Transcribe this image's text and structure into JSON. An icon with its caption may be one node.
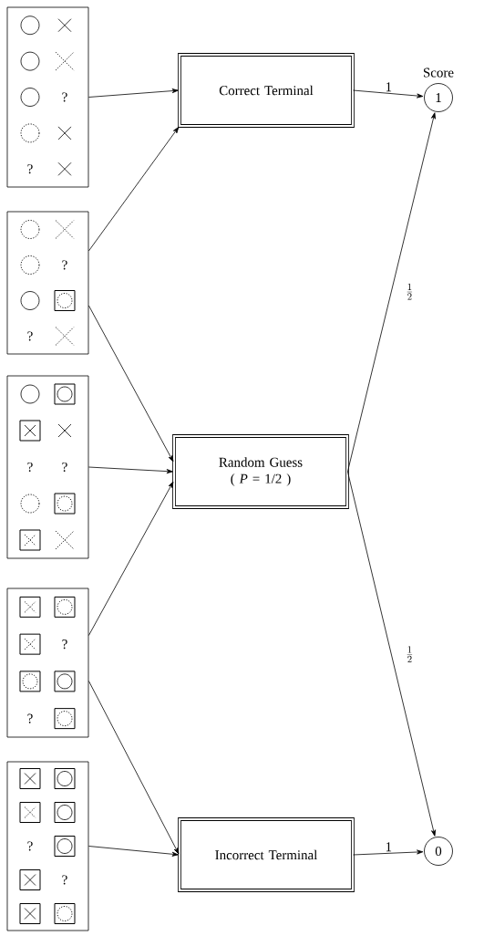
{
  "diagram": {
    "nodes": [
      {
        "text": [
          "?",
          "?"
        ]
      },
      {
        "text": [
          "?",
          "?"
        ]
      },
      {
        "text": [
          "?",
          "?"
        ]
      },
      {
        "text": [
          "?",
          "?"
        ]
      },
      {
        "text": [
          "?",
          "?"
        ]
      },
      {
        "text": [
          "Correct Terminal"
        ]
      },
      {
        "text": [
          "Random Guess",
          "( *P* = 1/2 )"
        ]
      },
      {
        "text": [
          "Incorrect Terminal"
        ]
      },
      {
        "text": [
          "1"
        ],
        "beside": [
          "Score"
        ]
      },
      {
        "text": [
          "0"
        ]
      }
    ],
    "edges": [
      {
        "from": 0,
        "to": 5,
        "arrow": "to"
      },
      {
        "from": 1,
        "to": 5,
        "arrow": "to"
      },
      {
        "from": 1,
        "to": 6,
        "arrow": "to"
      },
      {
        "from": 2,
        "to": 6,
        "arrow": "to"
      },
      {
        "from": 3,
        "to": 6,
        "arrow": "to"
      },
      {
        "from": 3,
        "to": 7,
        "arrow": "to"
      },
      {
        "from": 4,
        "to": 7,
        "arrow": "to"
      },
      {
        "from": 5,
        "to": 8,
        "arrow": "to",
        "label": "1"
      },
      {
        "from": 6,
        "to": 8,
        "arrow": "to",
        "label": "\\frac{1}{2}"
      },
      {
        "from": 6,
        "to": 9,
        "arrow": "to",
        "label": "\\frac{1}{2}"
      },
      {
        "from": 7,
        "to": 9,
        "arrow": "to",
        "label": "1"
      }
    ]
  }
}
